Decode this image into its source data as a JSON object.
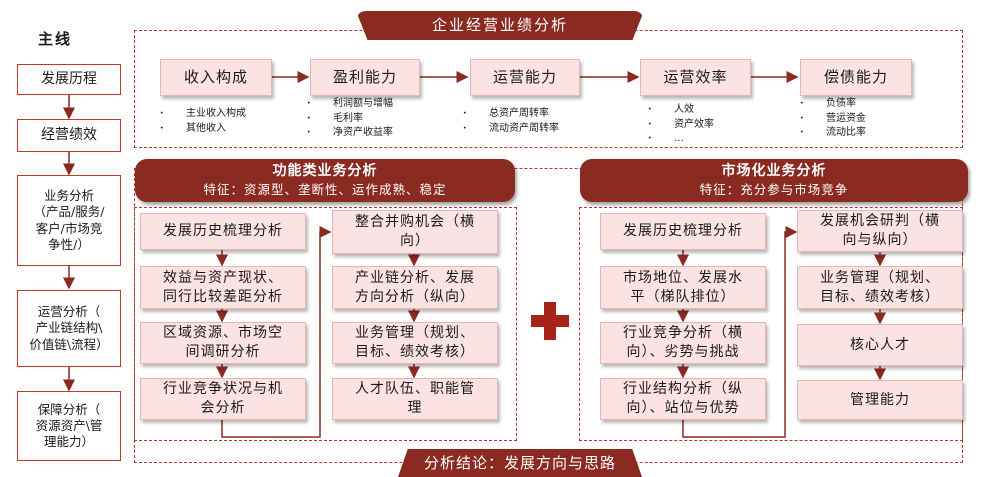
{
  "sidebar": {
    "title": "主线",
    "items": [
      "发展历程",
      "经营绩效",
      "业务分析\n（产品/服务/\n客户/市场竞\n争性/）",
      "运营分析（\n产业链结构\\\n价值链\\流程）",
      "保障分析（\n资源资产\\管\n理能力）"
    ]
  },
  "top": {
    "banner": "企业经营业绩分析",
    "steps": [
      {
        "label": "收入构成",
        "bullets": [
          "主业收入构成",
          "其他收入"
        ]
      },
      {
        "label": "盈利能力",
        "bullets": [
          "利润额与增幅",
          "毛利率",
          "净资产收益率"
        ]
      },
      {
        "label": "运营能力",
        "bullets": [
          "总资产周转率",
          "流动资产周转率"
        ]
      },
      {
        "label": "运营效率",
        "bullets": [
          "人效",
          "资产效率",
          "…"
        ]
      },
      {
        "label": "偿债能力",
        "bullets": [
          "负债率",
          "营运资金",
          "流动比率"
        ]
      }
    ]
  },
  "left_panel": {
    "title": "功能类业务分析",
    "subtitle": "特征：资源型、垄断性、运作成熟、稳定",
    "col1": [
      "发展历史梳理分析",
      "效益与资产现状、\n同行比较差距分析",
      "区域资源、市场空\n间调研分析",
      "行业竞争状况与机\n会分析"
    ],
    "col2": [
      "整合并购机会（横\n向）",
      "产业链分析、发展\n方向分析（纵向）",
      "业务管理（规划、\n目标、绩效考核）",
      "人才队伍、职能管\n理"
    ]
  },
  "right_panel": {
    "title": "市场化业务分析",
    "subtitle": "特征：充分参与市场竞争",
    "col1": [
      "发展历史梳理分析",
      "市场地位、发展水\n平（梯队排位）",
      "行业竞争分析（横\n向）、劣势与挑战",
      "行业结构分析（纵\n向）、站位与优势"
    ],
    "col2": [
      "发展机会研判（横\n向与纵向）",
      "业务管理（规划、\n目标、绩效考核）",
      "核心人才",
      "管理能力"
    ]
  },
  "conclusion": "分析结论：发展方向与思路",
  "colors": {
    "accent": "#8b2a20",
    "box_fill": "#fbe3e3",
    "line": "#c0392b"
  }
}
